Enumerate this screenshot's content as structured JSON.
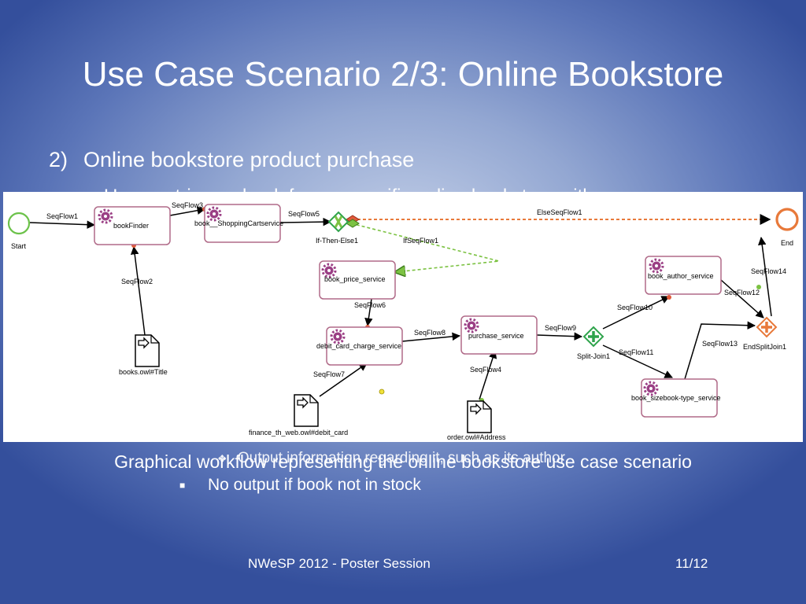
{
  "slide": {
    "title": "Use Case Scenario 2/3: Online Bookstore",
    "bullet_number": "2)",
    "bullet_text": "Online bookstore product purchase",
    "hidden_subbullet": "Users retrieve a book from a specific online bookstore with",
    "overlay_bullet": "Output information regarding it, such as its author",
    "caption": "Graphical workflow representing the online bookstore use case scenario",
    "subbullet_marker": "■",
    "subbullet": "No output if book not in stock",
    "footer": "NWeSP 2012 - Poster Session",
    "page_number": "11/12"
  },
  "diagram": {
    "colors": {
      "task_border": "#b06a88",
      "gear": "#9b3f85",
      "start": "#6cc24a",
      "end": "#e8793a",
      "gateway": "#2ea34b",
      "else_flow": "#e8793a",
      "if_flow": "#7cc242"
    },
    "events": {
      "start": "Start",
      "end": "End"
    },
    "tasks": [
      {
        "id": "bookFinder",
        "label": "bookFinder"
      },
      {
        "id": "shopping",
        "label": "book__ShoppingCartservice"
      },
      {
        "id": "price",
        "label": "book_price_service"
      },
      {
        "id": "debit",
        "label": "debit_card_charge_service"
      },
      {
        "id": "purchase",
        "label": "purchase_service"
      },
      {
        "id": "author",
        "label": "book_author_service"
      },
      {
        "id": "sizebook",
        "label": "book_sizebook-type_service"
      }
    ],
    "gateways": {
      "ifthenelse": "If-Then-Else1",
      "split": "Split-Join1",
      "endsplit": "EndSplitJoin1"
    },
    "documents": [
      {
        "id": "books",
        "label": "books.owl#Title"
      },
      {
        "id": "finance",
        "label": "finance_th_web.owl#debit_card"
      },
      {
        "id": "order",
        "label": "order.owl#Address"
      }
    ],
    "flows": {
      "f1": "SeqFlow1",
      "f2": "SeqFlow2",
      "f3": "SeqFlow3",
      "f4": "SeqFlow4",
      "f5": "SeqFlow5",
      "f6": "SeqFlow6",
      "f7": "SeqFlow7",
      "f8": "SeqFlow8",
      "f9": "SeqFlow9",
      "f10": "SeqFlow10",
      "f11": "SeqFlow11",
      "f12": "SeqFlow12",
      "f13": "SeqFlow13",
      "f14": "SeqFlow14",
      "else": "ElseSeqFlow1",
      "if": "IfSeqFlow1"
    }
  }
}
